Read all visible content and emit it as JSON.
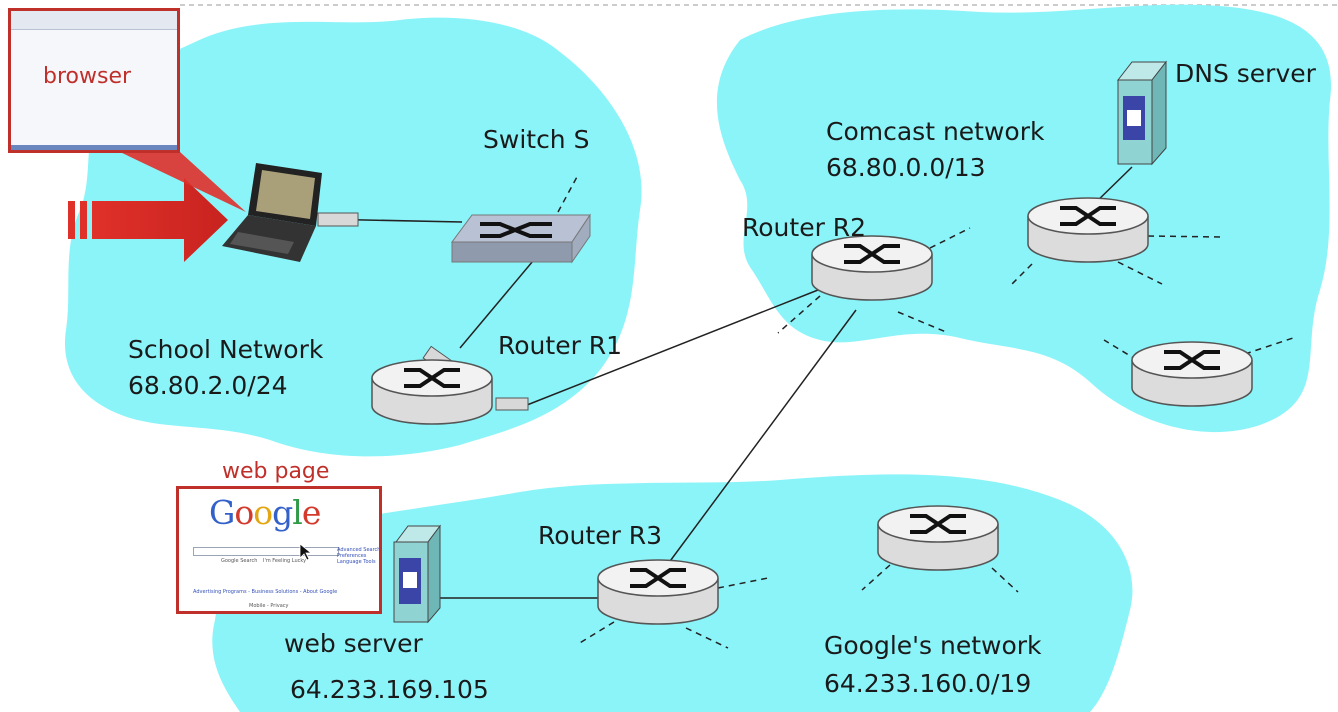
{
  "labels": {
    "browser": "browser",
    "web_page": "web page",
    "switch": "Switch S",
    "router_r1": "Router R1",
    "router_r2": "Router R2",
    "router_r3": "Router R3",
    "dns_server": "DNS server",
    "web_server": "web server",
    "web_server_ip": "64.233.169.105"
  },
  "networks": {
    "school": {
      "name": "School Network",
      "subnet": "68.80.2.0/24"
    },
    "comcast": {
      "name": "Comcast network",
      "subnet": "68.80.0.0/13"
    },
    "google": {
      "name": "Google's network",
      "subnet": "64.233.160.0/19"
    }
  },
  "google_page": {
    "logo": "Google",
    "search_button": "Google Search",
    "lucky_button": "I'm Feeling Lucky",
    "links": [
      "Advanced Search",
      "Preferences",
      "Language Tools"
    ],
    "footer": "Advertising Programs - Business Solutions - About Google",
    "footer2": "Mobile - Privacy"
  },
  "colors": {
    "cloud_fill": "#8bf4f9",
    "accent_red": "#c0302b",
    "arrow_red": "#e0302a",
    "server_fill": "#8fd3d3",
    "server_screen": "#3b45a8",
    "router_fill": "#eaeaea"
  },
  "icons": [
    "laptop-icon",
    "switch-icon",
    "router-icon",
    "server-icon",
    "arrow-icon",
    "cursor-icon"
  ]
}
